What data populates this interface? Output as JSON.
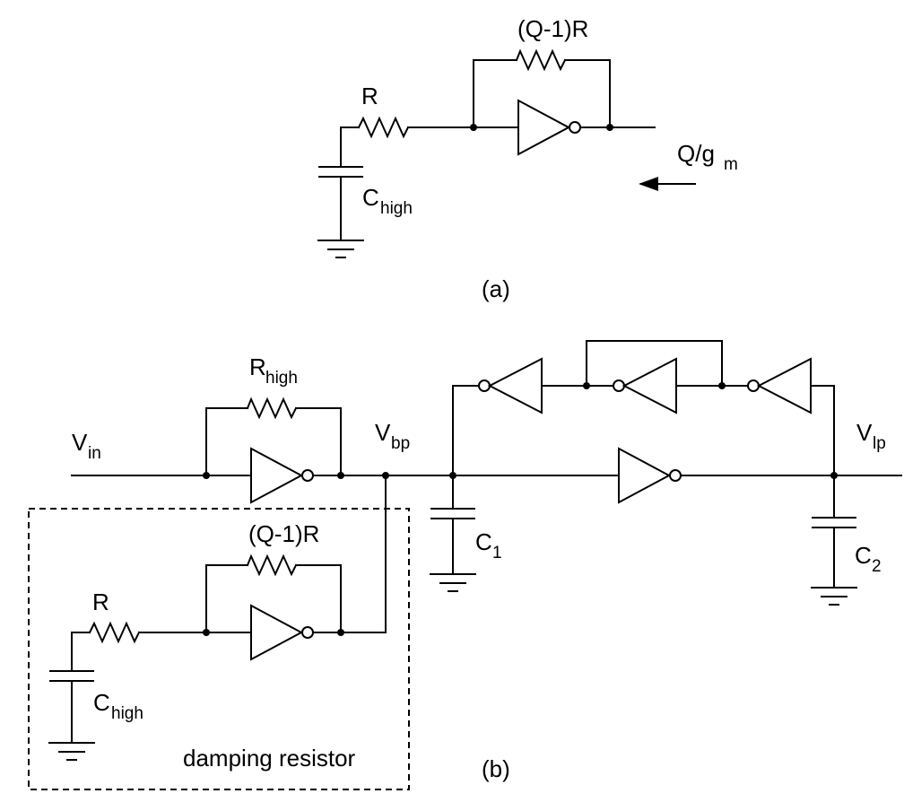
{
  "colors": {
    "ink": "#000000",
    "background": "#ffffff"
  },
  "labels": {
    "a_feedback": "(Q-1)R",
    "a_r": "R",
    "a_cap_main": "C",
    "a_cap_sub": "high",
    "a_q": "Q/g",
    "a_q_sub": "m",
    "a_caption": "(a)",
    "b_rhigh_main": "R",
    "b_rhigh_sub": "high",
    "b_vin_main": "V",
    "b_vin_sub": "in",
    "b_vbp_main": "V",
    "b_vbp_sub": "bp",
    "b_vlp_main": "V",
    "b_vlp_sub": "lp",
    "b_c1_main": "C",
    "b_c1_sub": "1",
    "b_c2_main": "C",
    "b_c2_sub": "2",
    "b_feedback": "(Q-1)R",
    "b_r": "R",
    "b_cap_main": "C",
    "b_cap_sub": "high",
    "b_box": "damping resistor",
    "b_caption": "(b)"
  }
}
